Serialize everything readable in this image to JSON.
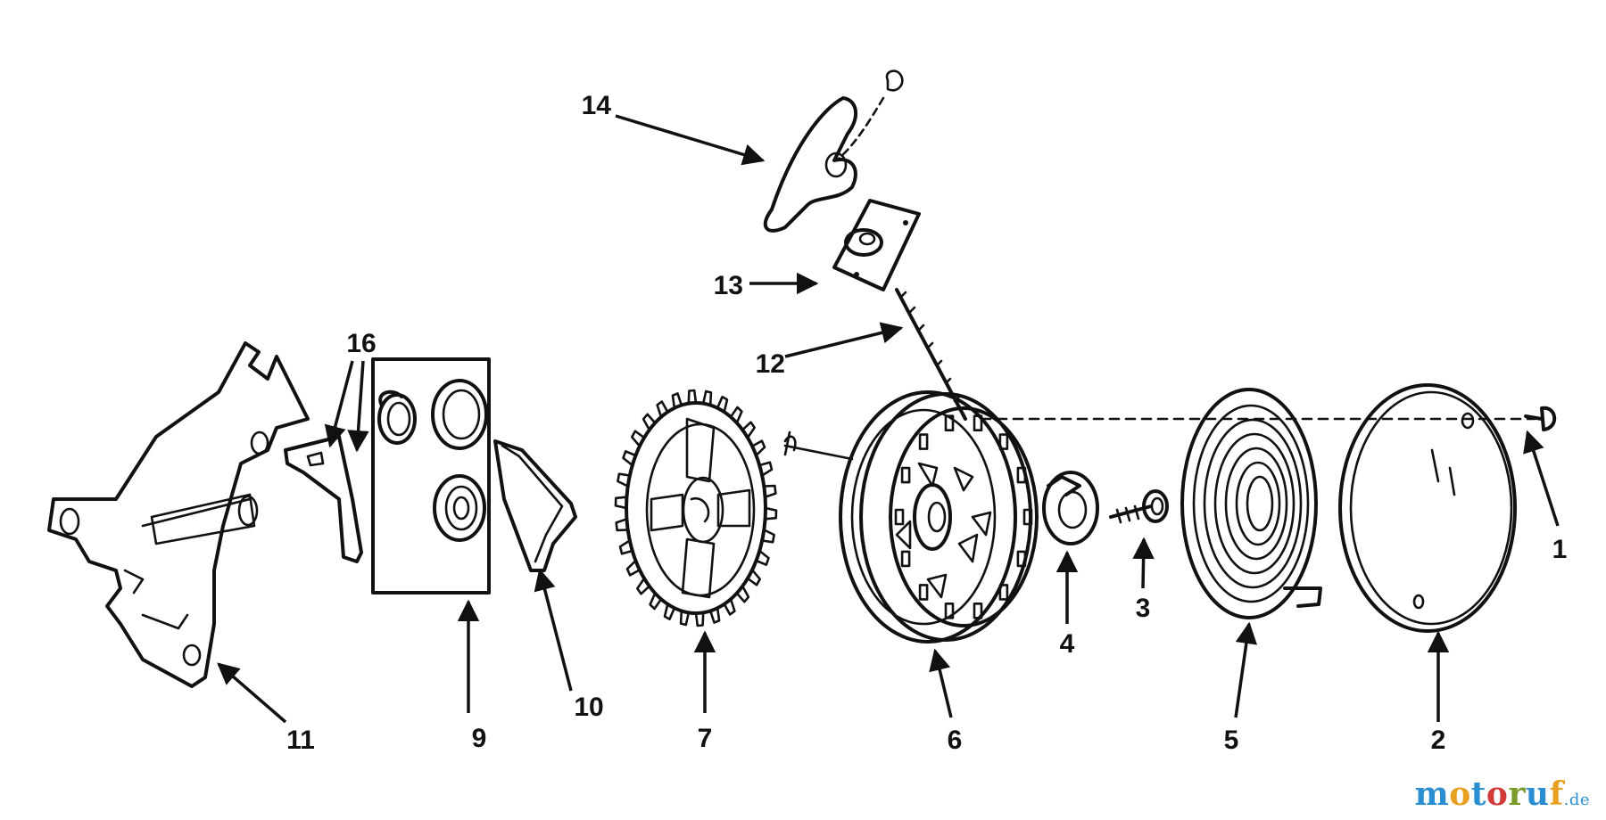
{
  "diagram": {
    "callouts": [
      "1",
      "2",
      "3",
      "4",
      "5",
      "6",
      "7",
      "9",
      "10",
      "11",
      "12",
      "13",
      "14",
      "16"
    ]
  },
  "watermark": {
    "brand": "motoruf",
    "domain": ".de",
    "colors": [
      "#2a8fd0",
      "#e8a020",
      "#2a8fd0",
      "#d23a3a",
      "#7a9a2a",
      "#2a8fd0",
      "#e8a020"
    ]
  }
}
